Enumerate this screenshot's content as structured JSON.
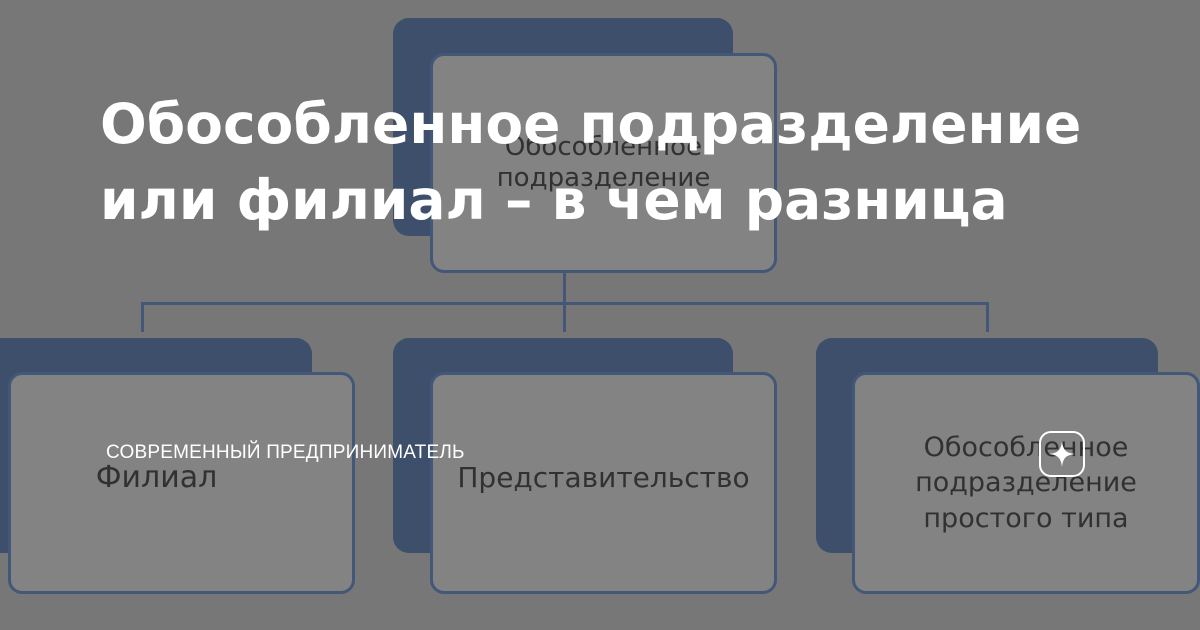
{
  "article": {
    "headline": "Обособленное подразделение или филиал – в чем разница",
    "source": "СОВРЕМЕННЫЙ ПРЕДПРИНИМАТЕЛЬ"
  },
  "diagram": {
    "root_label": "Обособленное подразделение",
    "children": [
      {
        "label": "Филиал"
      },
      {
        "label": "Представительство"
      },
      {
        "label": "Обособленное подразделение простого типа"
      }
    ]
  },
  "icons": {
    "badge": "sparkle-star-icon"
  },
  "colors": {
    "box_back": "#2c4468",
    "box_border": "#34517c",
    "background": "#7a7a7a",
    "text": "#ffffff"
  }
}
